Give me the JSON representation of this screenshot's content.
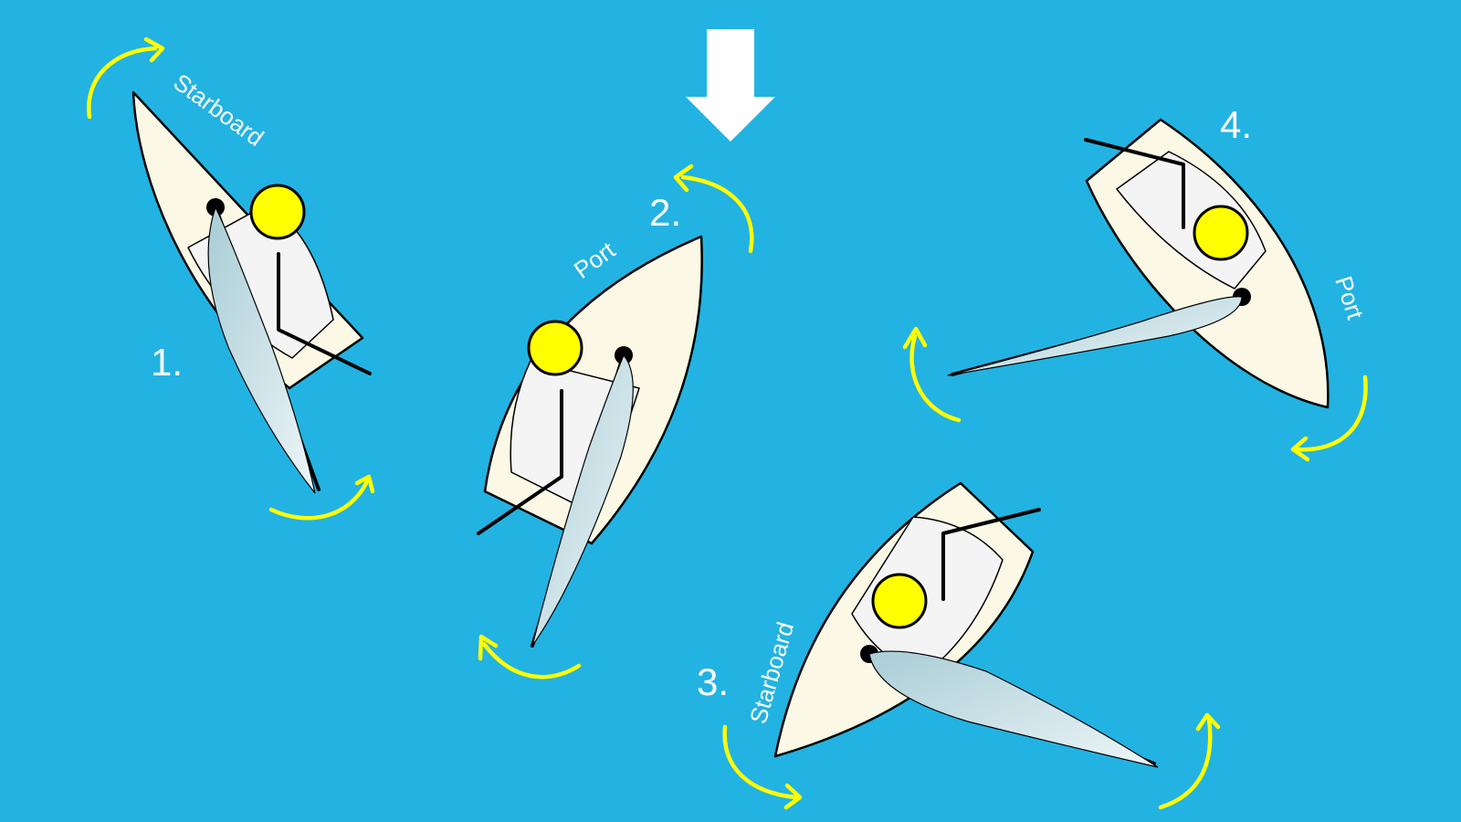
{
  "colors": {
    "water": "#22b3e2",
    "hull": "#fbf9e6",
    "cockpit": "#f4f4f4",
    "sailor": "#ffff00",
    "rotation_arrow": "#ffff00",
    "wind_arrow": "#ffffff",
    "outline": "#000000"
  },
  "wind": {
    "icon": "wind-direction-arrow-icon"
  },
  "boats": [
    {
      "step": "1.",
      "side": "Starboard"
    },
    {
      "step": "2.",
      "side": "Port"
    },
    {
      "step": "3.",
      "side": "Starboard"
    },
    {
      "step": "4.",
      "side": "Port"
    }
  ]
}
